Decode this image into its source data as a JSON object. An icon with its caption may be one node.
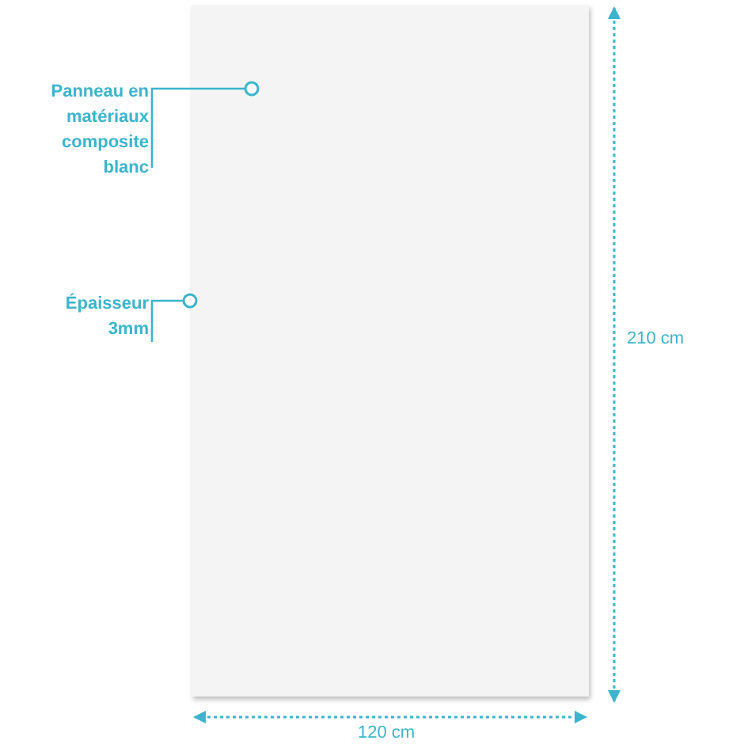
{
  "diagram": {
    "nodes": [
      {
        "text": [
          "Panneau en matériaux composite blanc"
        ]
      },
      {
        "text": [
          "Épaisseur 3mm"
        ]
      },
      {
        "text": [],
        "shape": "box"
      }
    ],
    "edges": [
      {
        "from": 0,
        "to": 2,
        "arrow": "other"
      },
      {
        "from": 1,
        "to": 2,
        "arrow": "other"
      }
    ],
    "labels": [
      "120 cm",
      "210 cm"
    ]
  }
}
